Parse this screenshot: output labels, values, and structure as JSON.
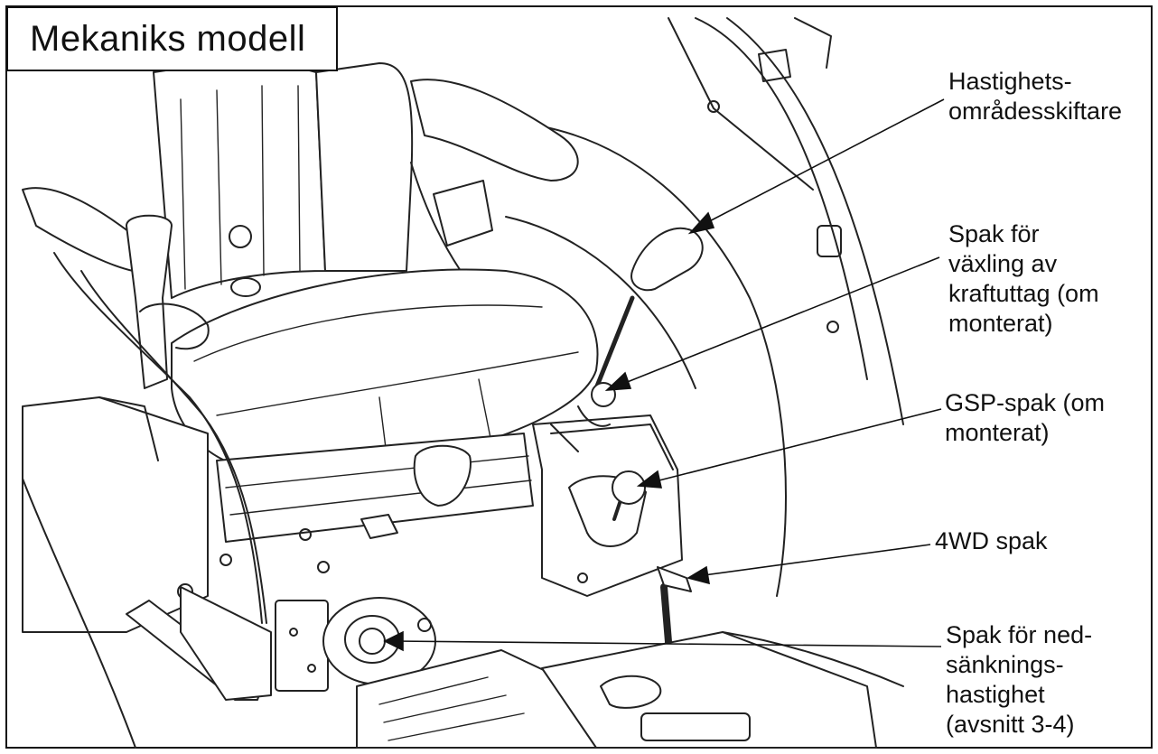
{
  "title": "Mekaniks modell",
  "callouts": [
    {
      "id": "range",
      "text": "Hastighets-\nområdesskiftare"
    },
    {
      "id": "pto",
      "text": "Spak för\nväxling av\nkraftuttag (om\nmonterat)"
    },
    {
      "id": "gsp",
      "text": "GSP-spak (om\nmonterat)"
    },
    {
      "id": "4wd",
      "text": "4WD spak"
    },
    {
      "id": "lower",
      "text": "Spak för ned-\nsänknings-\nhastighet\n(avsnitt 3-4)"
    }
  ],
  "colors": {
    "line": "#111111",
    "background": "#ffffff"
  }
}
